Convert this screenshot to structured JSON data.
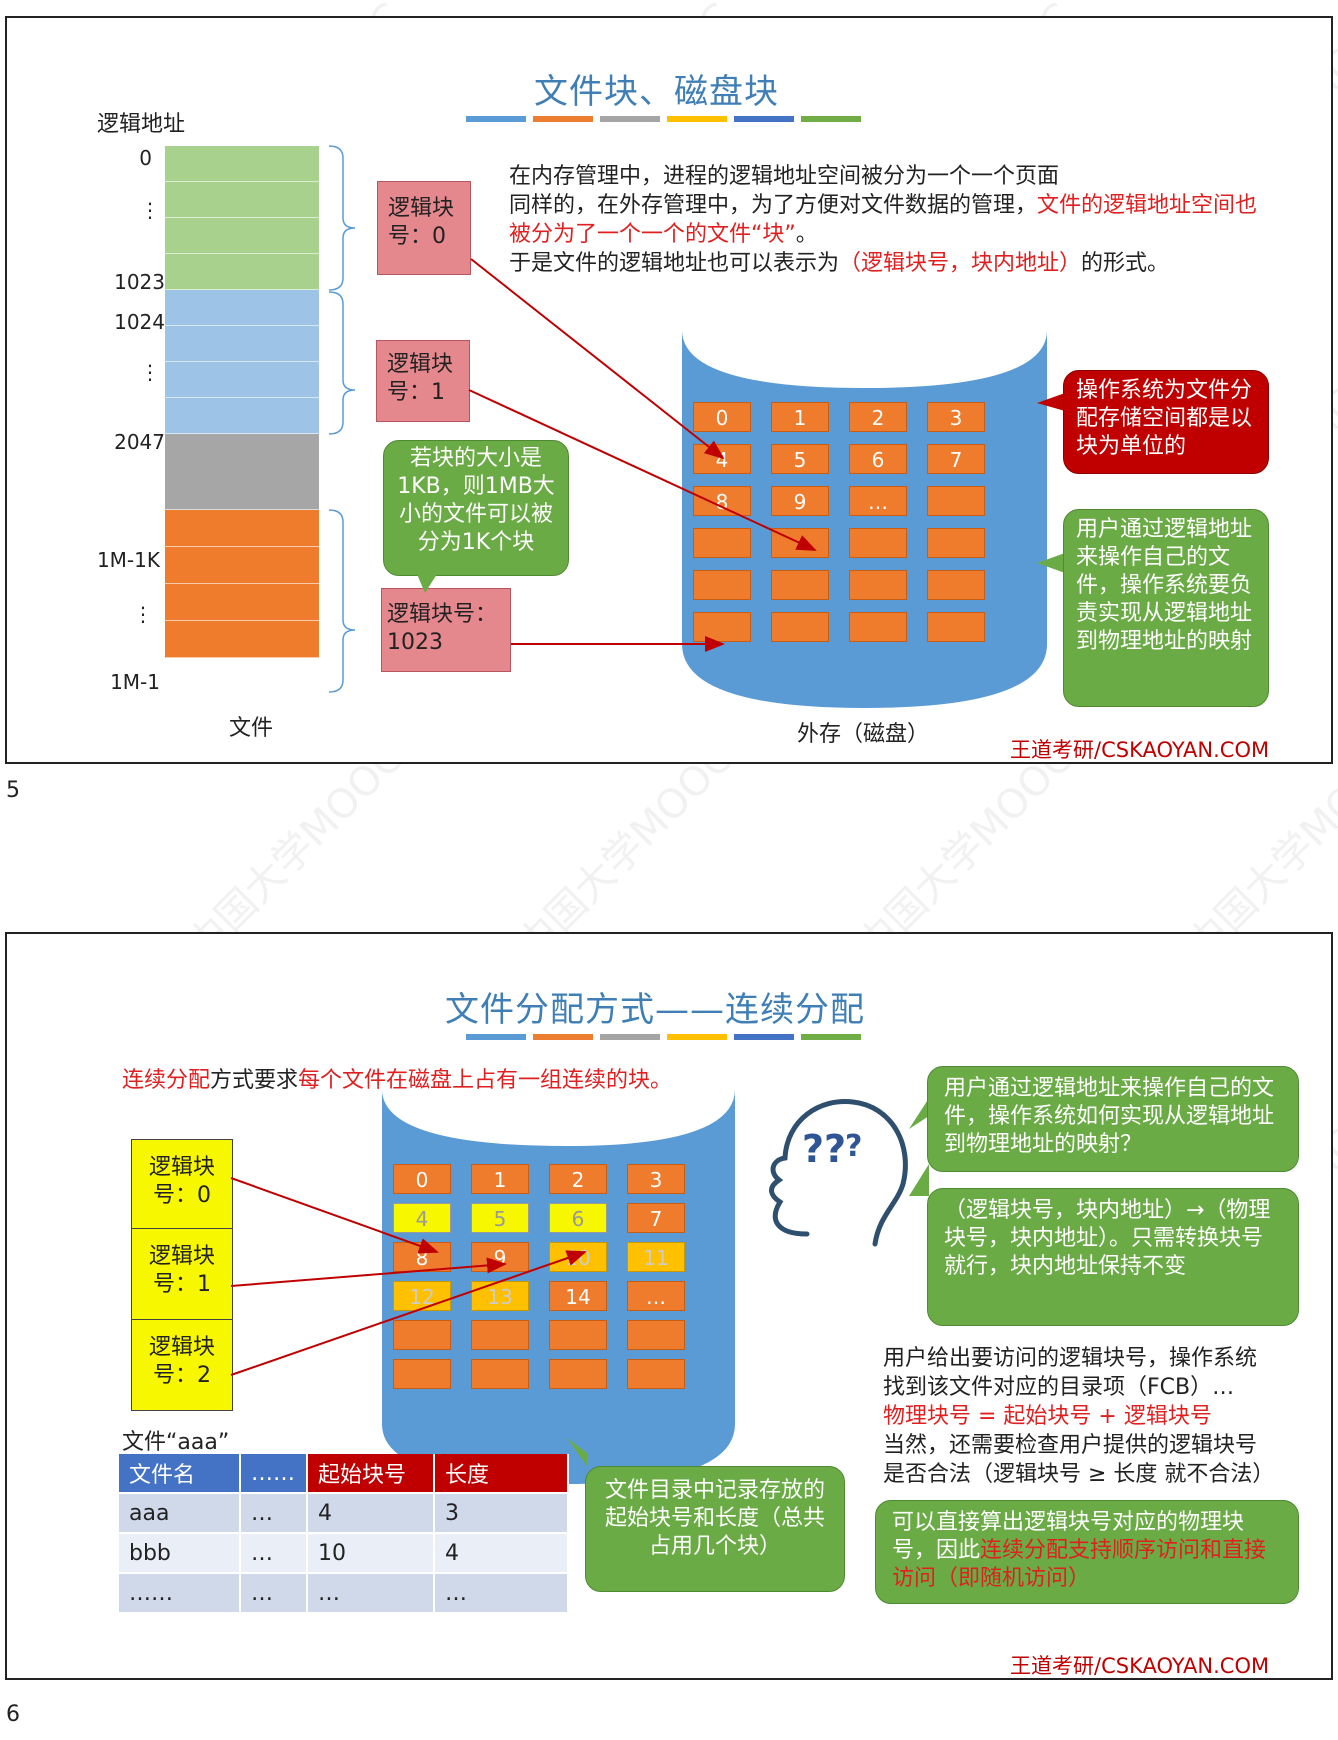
{
  "slide1": {
    "page_number": "5",
    "title": "文件块、磁盘块",
    "address_header": "逻辑地址",
    "addresses": [
      "0",
      "1023",
      "1024",
      "2047",
      "1M-1K",
      "1M-1"
    ],
    "file_label": "文件",
    "disk_label": "外存（磁盘）",
    "block_labels": {
      "b0": "逻辑块号：0",
      "b1": "逻辑块号：1",
      "b1023": "逻辑块号：1023"
    },
    "para_line1": "在内存管理中，进程的逻辑地址空间被分为一个一个页面",
    "para_line2a": "同样的，在外存管理中，为了方便对文件数据的管理，",
    "para_line2b": "文件的逻辑地址空间也被分为了一个一个的文件“块”",
    "para_line2c": "。",
    "para_line3a": "于是文件的逻辑地址也可以表示为",
    "para_line3b": "（逻辑块号，块内地址）",
    "para_line3c": "的形式。",
    "callout_block_size": "若块的大小是1KB，则1MB大小的文件可以被分为1K个块",
    "callout_os_alloc": "操作系统为文件分配存储空间都是以块为单位的",
    "callout_mapping": "用户通过逻辑地址来操作自己的文件，操作系统要负责实现从逻辑地址到物理地址的映射",
    "disk_cells": [
      "0",
      "1",
      "2",
      "3",
      "4",
      "5",
      "6",
      "7",
      "8",
      "9",
      "…",
      "",
      "",
      "",
      "",
      "",
      "",
      "",
      "",
      "",
      "",
      "",
      "",
      ""
    ],
    "brand": "王道考研/CSKAOYAN.COM"
  },
  "slide2": {
    "page_number": "6",
    "title": "文件分配方式——连续分配",
    "intro_a": "连续分配",
    "intro_b": "方式要求",
    "intro_c": "每个文件在磁盘上占有一组连续的块。",
    "logical_blocks": [
      "逻辑块号：0",
      "逻辑块号：1",
      "逻辑块号：2"
    ],
    "file_label": "文件“aaa”",
    "disk_cells": [
      "0",
      "1",
      "2",
      "3",
      "4",
      "5",
      "6",
      "7",
      "8",
      "9",
      "10",
      "11",
      "12",
      "13",
      "14",
      "…",
      "",
      "",
      "",
      "",
      "",
      "",
      "",
      ""
    ],
    "callout_question": "用户通过逻辑地址来操作自己的文件，操作系统如何实现从逻辑地址到物理地址的映射？",
    "callout_answer": "（逻辑块号，块内地址）→（物理块号，块内地址）。只需转换块号就行，块内地址保持不变",
    "text_user_line1": "用户给出要访问的逻辑块号，操作系统",
    "text_user_line2": "找到该文件对应的目录项（FCB）…",
    "formula": "物理块号 = 起始块号 + 逻辑块号",
    "text_check_line1": "当然，还需要检查用户提供的逻辑块号",
    "text_check_line2": "是否合法（逻辑块号 ≥ 长度 就不合法）",
    "callout_dir": "文件目录中记录存放的起始块号和长度（总共占用几个块）",
    "callout_direct_a": "可以直接算出逻辑块号对应的物理块号，因此",
    "callout_direct_b": "连续分配支持顺序访问和直接访问（即随机访问）",
    "table": {
      "headers": [
        "文件名",
        "……",
        "起始块号",
        "长度"
      ],
      "rows": [
        [
          "aaa",
          "…",
          "4",
          "3"
        ],
        [
          "bbb",
          "…",
          "10",
          "4"
        ],
        [
          "……",
          "…",
          "…",
          "…"
        ]
      ]
    },
    "brand": "王道考研/CSKAOYAN.COM"
  },
  "watermark": "中国大学MOOC",
  "colors": {
    "title_blue": "#3f7fb5",
    "accent_red": "#e02020",
    "green_callout": "#6aab45",
    "dark_red_callout": "#c00000",
    "disk_blue": "#5b9bd5",
    "block_orange": "#ef7b2c",
    "block_yellow": "#f7f700",
    "block_gold": "#ffc000",
    "seg_green": "#a9d18e",
    "seg_blue": "#9dc3e6",
    "seg_gray": "#a6a6a6",
    "seg_orange": "#ef7b2c",
    "header_blue": "#4472c4",
    "header_red": "#c00000"
  },
  "title_bar_colors": [
    "#5b9bd5",
    "#ed7d31",
    "#a5a5a5",
    "#ffc000",
    "#4472c4",
    "#70ad47"
  ]
}
